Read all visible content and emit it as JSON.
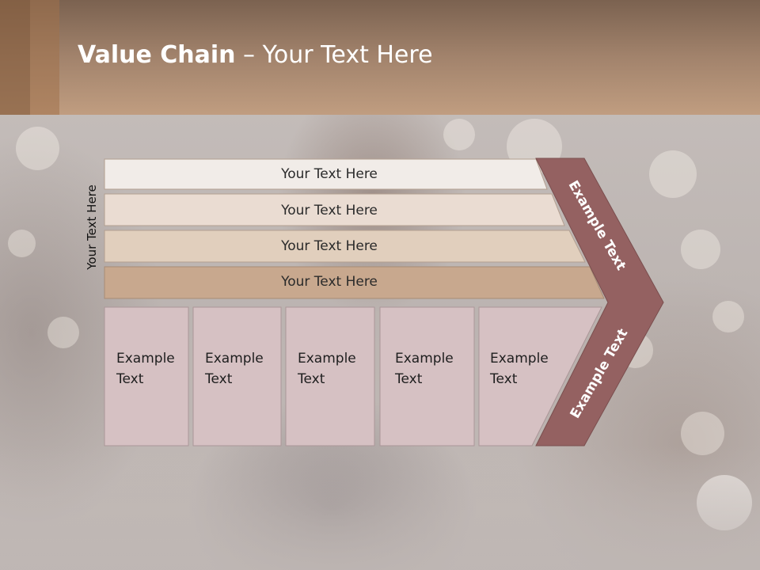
{
  "slide": {
    "title_bold": "Value Chain",
    "title_rest": " – Your Text Here"
  },
  "side_label": "Your Text Here",
  "bands": [
    {
      "label": "Your Text Here"
    },
    {
      "label": "Your Text Here"
    },
    {
      "label": "Your Text Here"
    },
    {
      "label": "Your Text Here"
    }
  ],
  "boxes": [
    {
      "line1": "Example",
      "line2": "Text"
    },
    {
      "line1": "Example",
      "line2": "Text"
    },
    {
      "line1": "Example",
      "line2": "Text"
    },
    {
      "line1": "Example",
      "line2": "Text"
    },
    {
      "line1": "Example",
      "line2": "Text"
    }
  ],
  "chevron": {
    "upper_label": "Example Text",
    "lower_label": "Example Text"
  },
  "colors": {
    "header_top": "#7b6250",
    "header_bottom": "#c09d80",
    "band_1": "#f1ece8",
    "band_2": "#eadcd2",
    "band_3": "#e1cfbd",
    "band_4": "#c8a88e",
    "box_fill": "#d6c1c3",
    "chevron_fill": "#946161"
  }
}
